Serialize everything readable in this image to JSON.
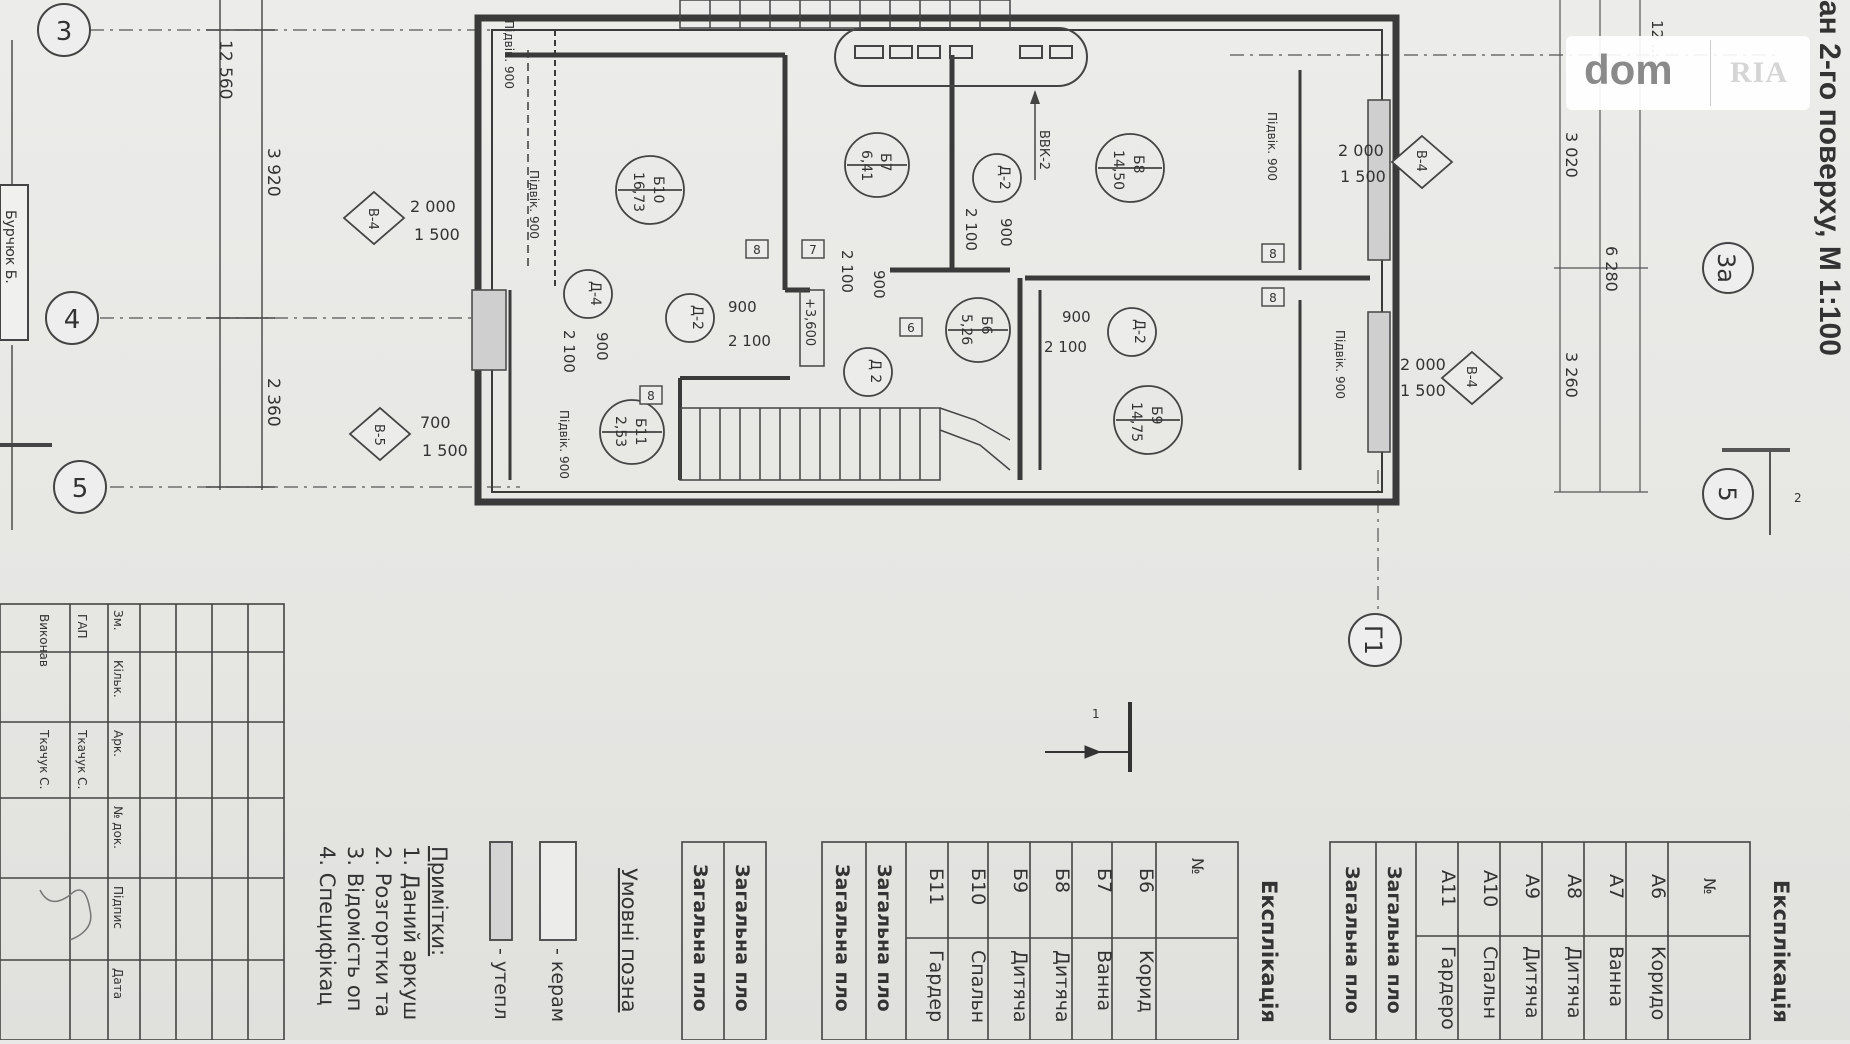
{
  "watermark": {
    "brand": "dom",
    "sub": "RIA"
  },
  "title": "ан 2-го поверху, М 1:100",
  "axes": {
    "a3": "3",
    "a4": "4",
    "a5": "5",
    "a3a": "3а",
    "a5r": "5",
    "g1": "Г1"
  },
  "dims_left": {
    "total": "12 560",
    "d1": "3 920",
    "d2": "2 360"
  },
  "dims_right": {
    "top": "12 ...",
    "d1": "3 020",
    "total": "6 280",
    "d2": "3 260"
  },
  "neighbor": "Бурчюк Б.",
  "windows": [
    {
      "code": "В-4",
      "w": "2 000",
      "h": "1 500"
    },
    {
      "code": "В-5",
      "w": "700",
      "h": "1 500"
    },
    {
      "code": "В-4",
      "w": "2 000",
      "h": "1 500"
    },
    {
      "code": "В-4",
      "w": "2 000",
      "h": "1 500"
    }
  ],
  "rooms": [
    {
      "id": "Б10",
      "area": "16,73"
    },
    {
      "id": "Б7",
      "area": "6,41"
    },
    {
      "id": "Б8",
      "area": "14,50"
    },
    {
      "id": "Б6",
      "area": "5,26"
    },
    {
      "id": "Б9",
      "area": "14,75"
    },
    {
      "id": "Б11",
      "area": "2,53"
    }
  ],
  "doors": [
    {
      "code": "Д-2",
      "w": "900",
      "h": "2 100"
    },
    {
      "code": "Д-4",
      "w": "900",
      "h": "2 100"
    },
    {
      "code": "Д-2",
      "w": "900",
      "h": "2 100"
    },
    {
      "code": "Д 2",
      "w": "900",
      "h": "2 100"
    },
    {
      "code": "Д-2",
      "w": "900",
      "h": "2 100"
    }
  ],
  "labels": {
    "sill": "Підвік. 900",
    "sill2": "Підвік. 900",
    "sill3": "Підвік. 900",
    "sill4": "Підвік. 900",
    "sill5": "Підвік. 900",
    "level": "+3,600",
    "duct": "ВВК-2"
  },
  "tags": [
    "8",
    "7",
    "6",
    "8",
    "8",
    "8"
  ],
  "stamp": {
    "header": [
      "Зм.",
      "Кільк.",
      "Арк.",
      "№ док.",
      "Підпис",
      "Дата"
    ],
    "rows": [
      [
        "ГАП",
        "Ткачук С."
      ],
      [
        "Виконав",
        "Ткачук С."
      ]
    ]
  },
  "notes": {
    "title": "Примітки:",
    "items": [
      "1. Даний аркуш",
      "2. Розгортки та",
      "3. Відомість оп",
      "4. Специфікац"
    ]
  },
  "legend": {
    "title": "Умовні позна",
    "items": [
      "- керам",
      "- утепл"
    ]
  },
  "expl_b": {
    "title": "Експлікація",
    "col_no": "№",
    "rows": [
      [
        "Б6",
        "Корид"
      ],
      [
        "Б7",
        "Ванна"
      ],
      [
        "Б8",
        "Дитяча"
      ],
      [
        "Б9",
        "Дитяча"
      ],
      [
        "Б10",
        "Спальн"
      ],
      [
        "Б11",
        "Гардер"
      ]
    ],
    "total1": "Загальна пло",
    "total2": "Загальна пло"
  },
  "expl_b2": {
    "total1": "Загальна пло",
    "total2": "Загальна пло"
  },
  "expl_a": {
    "title": "Експлікація",
    "col_no": "№",
    "rows": [
      [
        "А6",
        "Коридо"
      ],
      [
        "А7",
        "Ванна"
      ],
      [
        "А8",
        "Дитяча"
      ],
      [
        "А9",
        "Дитяча"
      ],
      [
        "А10",
        "Спальн"
      ],
      [
        "А11",
        "Гардеро"
      ]
    ],
    "total1": "Загальна пло",
    "total2": "Загальна пло"
  },
  "section": {
    "s1": "1",
    "s2": "2"
  }
}
